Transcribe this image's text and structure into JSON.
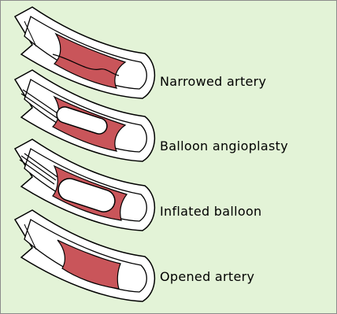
{
  "stages": [
    {
      "id": "narrowed",
      "label": "Narrowed artery"
    },
    {
      "id": "balloon",
      "label": "Balloon angioplasty"
    },
    {
      "id": "inflated",
      "label": "Inflated balloon"
    },
    {
      "id": "opened",
      "label": "Opened artery"
    }
  ],
  "colors": {
    "background": "#e3f3d7",
    "frame_border": "#8c8c8c",
    "artery_wall": "#ffffff",
    "outline": "#000000",
    "plaque": "#c9555a",
    "balloon": "#ffffff"
  }
}
